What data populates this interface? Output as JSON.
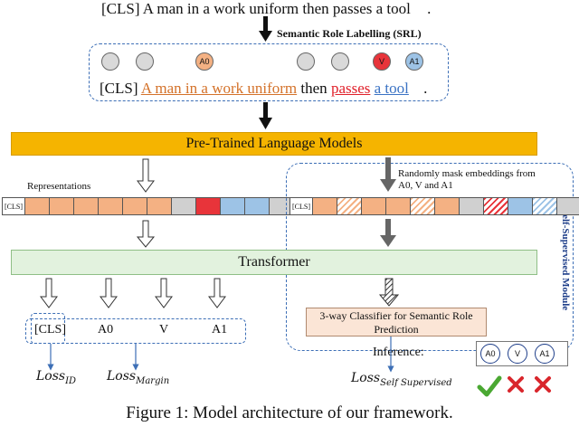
{
  "input_sentence": {
    "prefix": "[CLS] A man in a work uniform then passes a tool",
    "period": "."
  },
  "srl": {
    "label": "Semantic Role Labelling (SRL)",
    "circles": [
      {
        "label": "",
        "color": "#d9d9d9"
      },
      {
        "label": "",
        "color": "#d9d9d9"
      },
      {
        "label": "A0",
        "color": "#f4b183"
      },
      {
        "label": "",
        "color": "#d9d9d9"
      },
      {
        "label": "",
        "color": "#d9d9d9"
      },
      {
        "label": "V",
        "color": "#e8343a"
      },
      {
        "label": "A1",
        "color": "#9dc3e6"
      },
      {
        "label": "",
        "color": "#d9d9d9"
      }
    ],
    "tagged_sentence": {
      "cls": "[CLS]",
      "a0": "A man in a work uniform",
      "then": "then",
      "verb": "passes",
      "a1": "a tool",
      "period": "."
    }
  },
  "plm_label": "Pre-Trained Language Models",
  "representations_label": "Representations",
  "cls_cell": "[CLS]",
  "mask_label": "Randomly mask embeddings from A0, V and A1",
  "transformer_label": "Transformer",
  "self_supervised_label": "Self-Supervised Module",
  "outputs": [
    "[CLS]",
    "A0",
    "V",
    "A1"
  ],
  "classifier_label": "3-way Classifier for Semantic Role Prediction",
  "inference_label": "Inference:",
  "inference_circles": [
    "A0",
    "V",
    "A1"
  ],
  "results": {
    "correct_color": "#4aa832",
    "wrong_color": "#d9262c"
  },
  "losses": {
    "id": {
      "base": "Loss",
      "sub": "ID"
    },
    "margin": {
      "base": "Loss",
      "sub": "Margin"
    },
    "self": {
      "base": "Loss",
      "sub": "Self Supervised"
    }
  },
  "caption": "Figure 1:  Model architecture of our framework.",
  "colors": {
    "arg0": "#f4b183",
    "verb": "#e8343a",
    "arg1": "#9dc3e6",
    "other": "#d0d0d0",
    "plm": "#f5b400",
    "transformer": "#e2f2de",
    "module_border": "#3d6fb6"
  }
}
